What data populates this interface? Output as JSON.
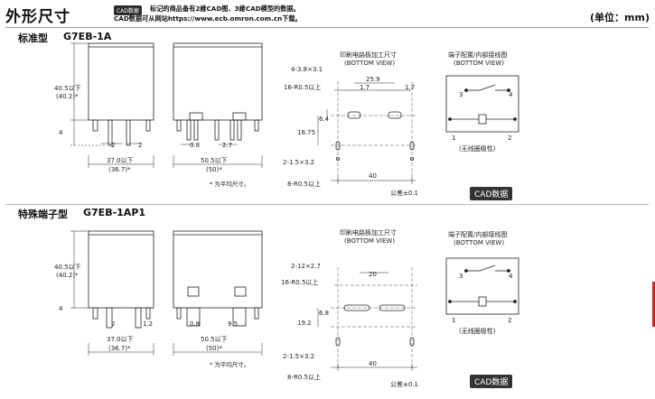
{
  "header": {
    "title": "外形尺寸",
    "cad_chip": "CAD数据",
    "note_line1": "标记的商品备有2維CAD图、3維CAD模型的数据。",
    "note_line2": "CAD数据可从网站https://www.ecb.omron.com.cn下载。",
    "unit": "(单位：mm)"
  },
  "standard": {
    "heading": "标准型",
    "model": "G7EB-1A",
    "height_max": "40.5以下",
    "height_avg": "(40.2)*",
    "dim_4": "4",
    "dim_2a": "2",
    "dim_2b": "2",
    "width_max": "37.0以下",
    "width_avg": "(36.7)*",
    "dim_08": "0.8",
    "dim_27": "2.7",
    "depth_max": "50.5以下",
    "depth_avg": "(50)*",
    "avg_note": "* 为平均尺寸。",
    "pcb_title": "印刷电路板加工尺寸",
    "pcb_sub": "(BOTTOM VIEW)",
    "hole_4": "4-3.8×3.1",
    "dim_259": "25.9",
    "hole_16": "16-R0.5以上",
    "dim_17a": "1.7",
    "dim_17b": "1.7",
    "dim_64": "6.4",
    "dim_1875": "18.75",
    "hole_2": "2-1.5×3.2",
    "dim_40": "40",
    "hole_8": "8-R0.5以上",
    "tolerance": "公差±0.1",
    "cad_badge": "CAD数据",
    "term_title": "端子配置/内部接线图",
    "term_sub": "(BOTTOM VIEW)",
    "pin3": "3",
    "pin4": "4",
    "pin1": "1",
    "pin2": "2",
    "polarity": "(无线圈极性)"
  },
  "special": {
    "heading": "特殊端子型",
    "model": "G7EB-1AP1",
    "height_max": "40.5以下",
    "height_avg": "(40.2)*",
    "dim_4": "4",
    "dim_2": "2",
    "dim_12": "1.2",
    "width_max": "37.0以下",
    "width_avg": "(36.7)*",
    "dim_08": "0.8",
    "dim_95": "9.5",
    "depth_max": "50.5以下",
    "depth_avg": "(50)*",
    "avg_note": "* 为平均尺寸。",
    "pcb_title": "印刷电路板加工尺寸",
    "pcb_sub": "(BOTTOM VIEW)",
    "hole_2x12": "2-12×2.7",
    "dim_20": "20",
    "hole_16": "16-R0.5以上",
    "dim_68": "6.8",
    "dim_192": "19.2",
    "hole_2": "2-1.5×3.2",
    "dim_40": "40",
    "hole_8": "8-R0.5以上",
    "tolerance": "公差±0.1",
    "cad_badge": "CAD数据",
    "term_title": "端子配置/内部接线图",
    "term_sub": "(BOTTOM VIEW)",
    "pin3": "3",
    "pin4": "4",
    "pin1": "1",
    "pin2": "2",
    "polarity": "(无线圈极性)"
  }
}
